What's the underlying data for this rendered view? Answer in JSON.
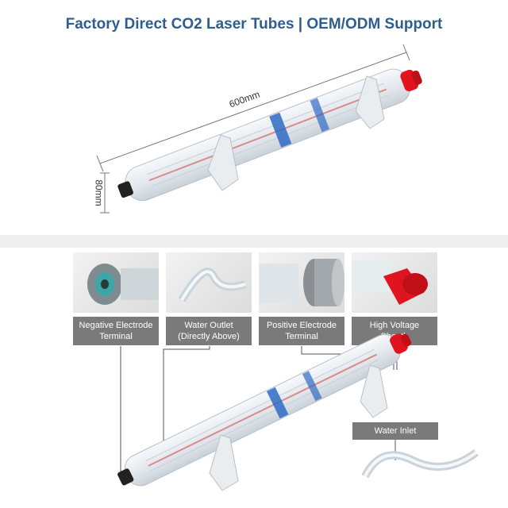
{
  "header": {
    "title": "Factory Direct CO2 Laser Tubes | OEM/ODM Support"
  },
  "dimensions": {
    "length": "600mm",
    "diameter": "80mm"
  },
  "callouts": [
    {
      "id": "negative",
      "label": "Negative Electrode\nTerminal"
    },
    {
      "id": "outlet",
      "label": "Water Outlet\n(Directly Above)"
    },
    {
      "id": "positive",
      "label": "Positive Electrode\nTerminal"
    },
    {
      "id": "hv",
      "label": "High Voltage\nSheath"
    },
    {
      "id": "inlet",
      "label": "Water Inlet"
    }
  ],
  "colors": {
    "title": "#2e5d8e",
    "tag_bg": "#7a7a7a",
    "sheath_red": "#e0141e",
    "cap_black": "#222222",
    "label_blue": "#2f6bc4"
  }
}
